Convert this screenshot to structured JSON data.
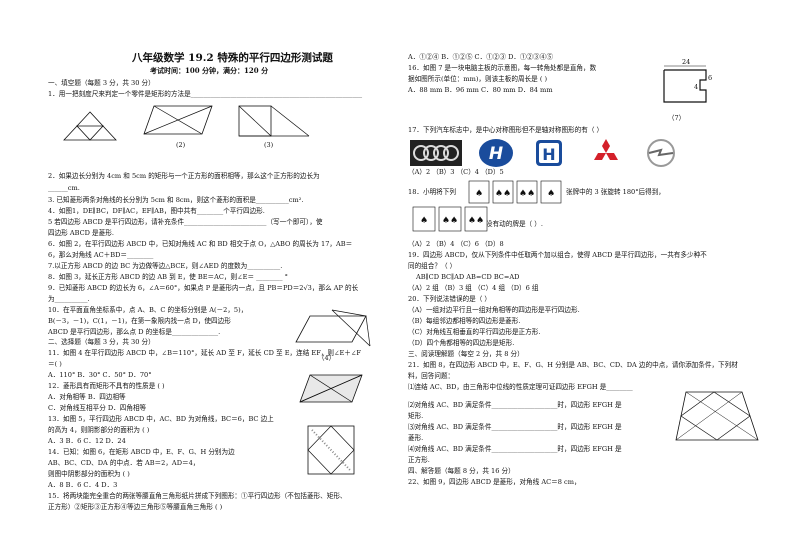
{
  "header": {
    "title": "八年级数学 19.2 特殊的平行四边形测试题",
    "sub": "考试时间：100 分钟，满分：120 分"
  },
  "left_lines": [
    "一、填空题（每题 3 分，共 30 分）",
    "1．用一把刻度尺来判定一个零件是矩形的方法是____________________________________________________",
    "2．如果边长分别为 4cm 和 5cm 的矩形与一个正方形的面积相等，那么这个正方形的边长为",
    "______cm.",
    "3. 已知菱形两条对角线的长分别为 5cm 和 8cm，则这个菱形的面积是__________cm².",
    "4．如图1，DE∥BC，DF∥AC，EF∥AB，图中共有________个平行四边形.",
    "5 若四边形 ABCD 是平行四边形，请补充条件_________________________（写一个即可），使",
    "四边形 ABCD 是菱形.",
    "6．如图 2，在平行四边形 ABCD 中，已知对角线 AC 和 BD 相交于点 O，△ABO 的周长为 17，AB＝",
    "6，那么对角线 AC＋BD＝________",
    "7.以正方形 ABCD 的边 BC 为边做等边△BCE，则∠AED 的度数为__________.",
    "8．如图 3，延长正方形 ABCD 的边 AB 到 E，使 BE＝AC，则∠E＝ ________ °",
    "9．已知菱形 ABCD 的边长为 6，∠A＝60°，如果点 P 是菱形内一点，且 PB＝PD＝2√3，那么 AP 的长",
    "为__________.",
    "10．在平面直角坐标系中，点 A、B、C 的坐标分别是 A(－2，5)，",
    "B(－3，－1)，C(1，－1)，在第一象限内找一点 D，使四边形",
    "ABCD 是平行四边形，那么点 D 的坐标是______________.",
    "二、选择题（每题 3 分，共 30 分）",
    "11．如图 4 在平行四边形 ABCD 中，∠B＝110°，延长 AD 至 F，延长 CD 至 E，连结 EF，则∠E＋∠F",
    "＝(      )",
    "A．110°  B．30°       C．50°          D．70°",
    "12．菱形具有而矩形不具有的性质是 (       )",
    "A．对角相等                    B．四边相等",
    "C．对角线互相平分              D．四角相等",
    "13．如图 5，平行四边形 ABCD 中，AC、BD 为对角线，BC＝6，BC 边上",
    "的高为 4，则阴影部分的面积为 (       )",
    "A．3     B．6      C．12      D．24",
    "14．已知：如图 6，在矩形 ABCD 中，E、F、G、H 分别为边",
    "AB、BC、CD、DA 的中点．若 AB＝2，AD＝4，",
    "则图中阴影部分的面积为 (      )",
    "A．8       B．6       C．4       D．3",
    "15．将两块能完全重合的两张等腰直角三角形纸片拼成下列图形：①平行四边形（不包括菱形、矩形、",
    "正方形）②矩形③正方形④等边三角形⑤等腰直角三角形        (      )"
  ],
  "right_lines": [
    "A．①②④     B．①②⑤     C．①②③     D．①②③④⑤",
    "16．如图 7 是一块电脑主板的示意图，每一转角处都是直角，数",
    "据如图所示(单位：mm)，则该主板的周长是 (      )",
    "A．88 mm    B．96 mm    C．80 mm    D．84 mm",
    "17．下列汽车标志中，是中心对称图形但不是轴对称图形的有（        ）",
    "（A）2           （B）3           （C）4           （D）5",
    "18．小明将下列",
    "张牌中的 3 张旋转 180°后得到，",
    "没有动的牌是（        ）.",
    "（A）2          （B）4          （C）6          （D）8",
    "19．四边形 ABCD，仅从下列条件中任取两个加以组合，使得 ABCD 是平行四边形，一共有多少种不",
    "同的组合？（        ）",
    "AB∥CD      BC∥AD      AB=CD      BC=AD",
    "（A）2 组          （B）3 组          （C）4 组          （D）6 组",
    "20．下列说法错误的是（        ）",
    "（A）一组对边平行且一组对角相等的四边形是平行四边形.",
    "（B）每组邻边都相等的四边形是菱形.",
    "（C）对角线互相垂直的平行四边形是正方形.",
    "（D）四个角都相等的四边形是矩形.",
    "三、阅读理解题（每空 2 分，共 8 分）",
    "21．如图 8，在四边形 ABCD 中，E、F、G、H 分别是 AB、BC、CD、DA 边的中点，请你添加条件，下列材",
    "料，回答问题：",
    "⑴连结 AC、BD，由三角形中位线的性质定理可证四边形 EFGH 是________",
    "⑵对角线 AC、BD 满足条件____________________时，四边形 EFGH 是",
    "矩形.",
    "⑶对角线 AC、BD 满足条件____________________时，四边形 EFGH 是",
    "菱形.",
    "⑷对角线 AC、BD 满足条件____________________时，四边形 EFGH 是",
    "正方形.",
    "四、解答题（每题 8 分，共 16 分）",
    "22、如图 9，四边形 ABCD 是菱形，对角线 AC＝8 cm，"
  ],
  "figure_labels": {
    "f2": "(2)",
    "f3": "(3)",
    "f4": "（4）",
    "f7": "（7）",
    "dim24": "24",
    "dim4": "4",
    "dim6": "6"
  },
  "colors": {
    "ink": "#111111",
    "hyundai_blue": "#1a4c9c",
    "mitsubishi_red": "#d4202a"
  }
}
